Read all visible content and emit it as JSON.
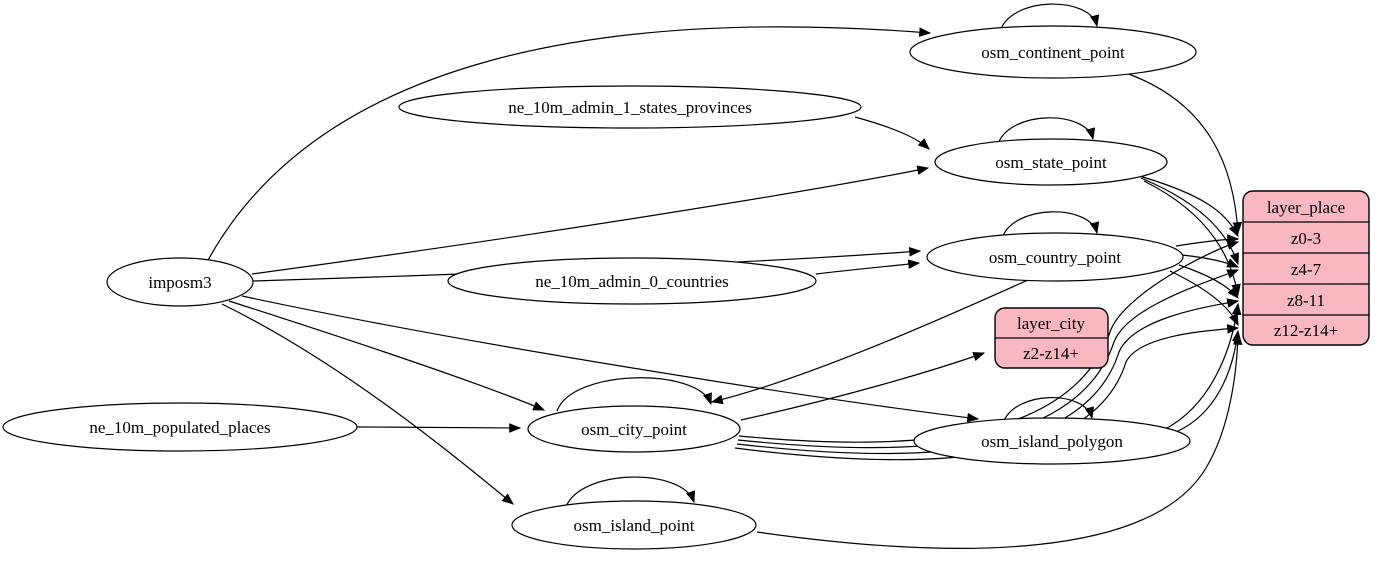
{
  "diagram": {
    "kind": "graphviz-etl-diagram",
    "colors": {
      "background": "#ffffff",
      "node_fill": "#ffffff",
      "layer_fill": "#f9b7c1",
      "stroke": "#000000"
    },
    "nodes": {
      "imposm3": {
        "label": "imposm3"
      },
      "ne_10m_admin_1_states_provinces": {
        "label": "ne_10m_admin_1_states_provinces"
      },
      "ne_10m_admin_0_countries": {
        "label": "ne_10m_admin_0_countries"
      },
      "ne_10m_populated_places": {
        "label": "ne_10m_populated_places"
      },
      "osm_continent_point": {
        "label": "osm_continent_point"
      },
      "osm_state_point": {
        "label": "osm_state_point"
      },
      "osm_country_point": {
        "label": "osm_country_point"
      },
      "osm_city_point": {
        "label": "osm_city_point"
      },
      "osm_island_polygon": {
        "label": "osm_island_polygon"
      },
      "osm_island_point": {
        "label": "osm_island_point"
      },
      "layer_city": {
        "title": "layer_city",
        "rows": [
          "z2-z14+"
        ]
      },
      "layer_place": {
        "title": "layer_place",
        "rows": [
          "z0-3",
          "z4-7",
          "z8-11",
          "z12-z14+"
        ]
      }
    },
    "edges": [
      {
        "from": "imposm3",
        "to": "osm_continent_point"
      },
      {
        "from": "imposm3",
        "to": "osm_state_point"
      },
      {
        "from": "imposm3",
        "to": "osm_country_point"
      },
      {
        "from": "imposm3",
        "to": "osm_city_point"
      },
      {
        "from": "imposm3",
        "to": "osm_island_polygon"
      },
      {
        "from": "imposm3",
        "to": "osm_island_point"
      },
      {
        "from": "ne_10m_admin_1_states_provinces",
        "to": "osm_state_point"
      },
      {
        "from": "ne_10m_admin_0_countries",
        "to": "osm_country_point"
      },
      {
        "from": "ne_10m_populated_places",
        "to": "osm_city_point"
      },
      {
        "from": "osm_continent_point",
        "to": "osm_continent_point"
      },
      {
        "from": "osm_state_point",
        "to": "osm_state_point"
      },
      {
        "from": "osm_country_point",
        "to": "osm_country_point"
      },
      {
        "from": "osm_city_point",
        "to": "osm_city_point"
      },
      {
        "from": "osm_island_polygon",
        "to": "osm_island_polygon"
      },
      {
        "from": "osm_island_point",
        "to": "osm_island_point"
      },
      {
        "from": "osm_country_point",
        "to": "osm_city_point"
      },
      {
        "from": "osm_continent_point",
        "to": "layer_place",
        "row": "z0-3"
      },
      {
        "from": "osm_state_point",
        "to": "layer_place",
        "row": "z0-3"
      },
      {
        "from": "osm_state_point",
        "to": "layer_place",
        "row": "z4-7"
      },
      {
        "from": "osm_state_point",
        "to": "layer_place",
        "row": "z8-11"
      },
      {
        "from": "osm_country_point",
        "to": "layer_place",
        "row": "z0-3"
      },
      {
        "from": "osm_country_point",
        "to": "layer_place",
        "row": "z4-7"
      },
      {
        "from": "osm_country_point",
        "to": "layer_place",
        "row": "z8-11"
      },
      {
        "from": "osm_country_point",
        "to": "layer_place",
        "row": "z12-z14+"
      },
      {
        "from": "osm_city_point",
        "to": "layer_city",
        "row": "z2-z14+"
      },
      {
        "from": "osm_city_point",
        "to": "layer_place",
        "row": "z0-3"
      },
      {
        "from": "osm_city_point",
        "to": "layer_place",
        "row": "z4-7"
      },
      {
        "from": "osm_city_point",
        "to": "layer_place",
        "row": "z8-11"
      },
      {
        "from": "osm_city_point",
        "to": "layer_place",
        "row": "z12-z14+"
      },
      {
        "from": "osm_island_polygon",
        "to": "layer_place",
        "row": "z8-11"
      },
      {
        "from": "osm_island_polygon",
        "to": "layer_place",
        "row": "z12-z14+"
      },
      {
        "from": "osm_island_point",
        "to": "layer_place",
        "row": "z12-z14+"
      }
    ]
  }
}
